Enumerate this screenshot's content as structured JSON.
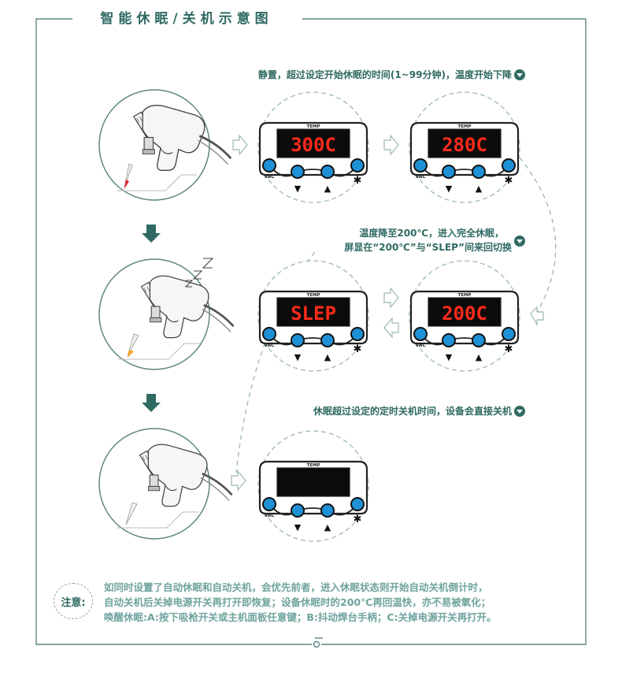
{
  "title": "智能休眠/关机示意图",
  "captions": {
    "step1": "静置，超过设定开始休眠的时间(1~99分钟)，温度开始下降",
    "step2_line1": "温度降至200℃，进入完全休眠，",
    "step2_line2": "屏显在“200℃”与“SLEP”间来回切换",
    "step3": "休眠超过设定的定时关机时间，设备会直接关机"
  },
  "panel": {
    "temp_label": "TEMP",
    "vac_label": "VAC",
    "down_symbol": "▼",
    "up_symbol": "▲",
    "star_symbol": "✱"
  },
  "displays": {
    "d1": "300C",
    "d2": "280C",
    "d3": "SLEP",
    "d4": "200C",
    "d5": ""
  },
  "note": {
    "label": "注意:",
    "lines": [
      "如同时设置了自动休眠和自动关机，会优先前者，进入休眠状态则开始自动关机倒计时，",
      "自动关机后关掉电源开关再打开即恢复；设备休眠时的200℃再回温快，亦不易被氧化；",
      "唤醒休眠:A:按下吸枪开关或主机面板任意键；B:抖动焊台手柄；C:关掉电源开关再打开。"
    ]
  },
  "colors": {
    "accent": "#2f6a62",
    "frame": "#5d8680",
    "dashed": "#9ab7b3",
    "led_red": "#ff2a1a",
    "button_blue": "#1e90d6",
    "tip_red": "#e8262e",
    "tip_orange": "#f5a623"
  }
}
